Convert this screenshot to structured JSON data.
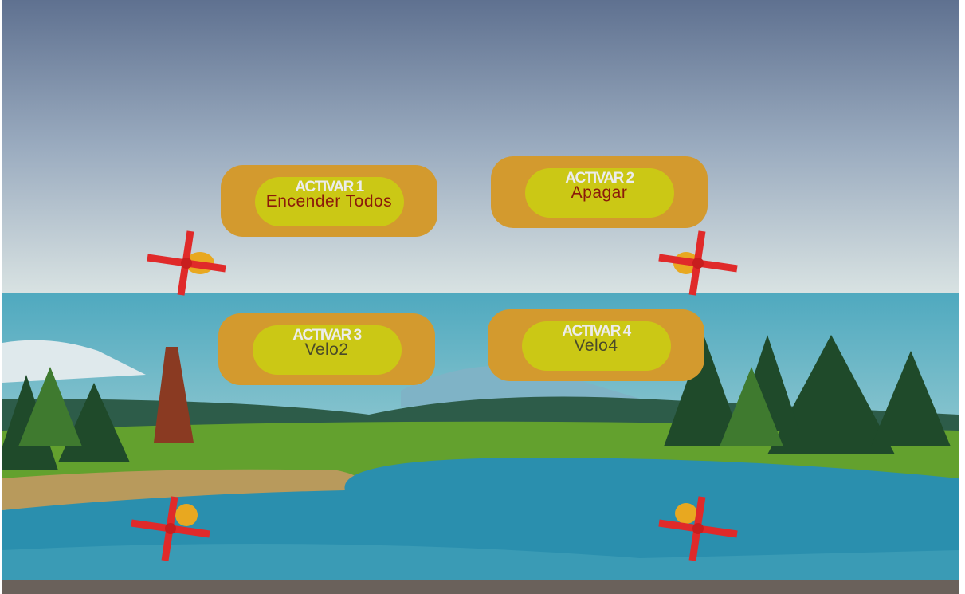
{
  "buttons": [
    {
      "title": "ACTIVAR 1",
      "label": "Encender Todos",
      "label_color": "#8b1a0a"
    },
    {
      "title": "ACTIVAR 2",
      "label": "Apagar",
      "label_color": "#8b1a0a"
    },
    {
      "title": "ACTIVAR 3",
      "label": "Velo2",
      "label_color": "#4a4a2a"
    },
    {
      "title": "ACTIVAR 4",
      "label": "Velo4",
      "label_color": "#4a4a2a"
    }
  ],
  "colors": {
    "button_outer": "#d39a2e",
    "button_inner": "#cbc815",
    "propeller": "#e02a2a",
    "drone_body": "#e8a820"
  }
}
